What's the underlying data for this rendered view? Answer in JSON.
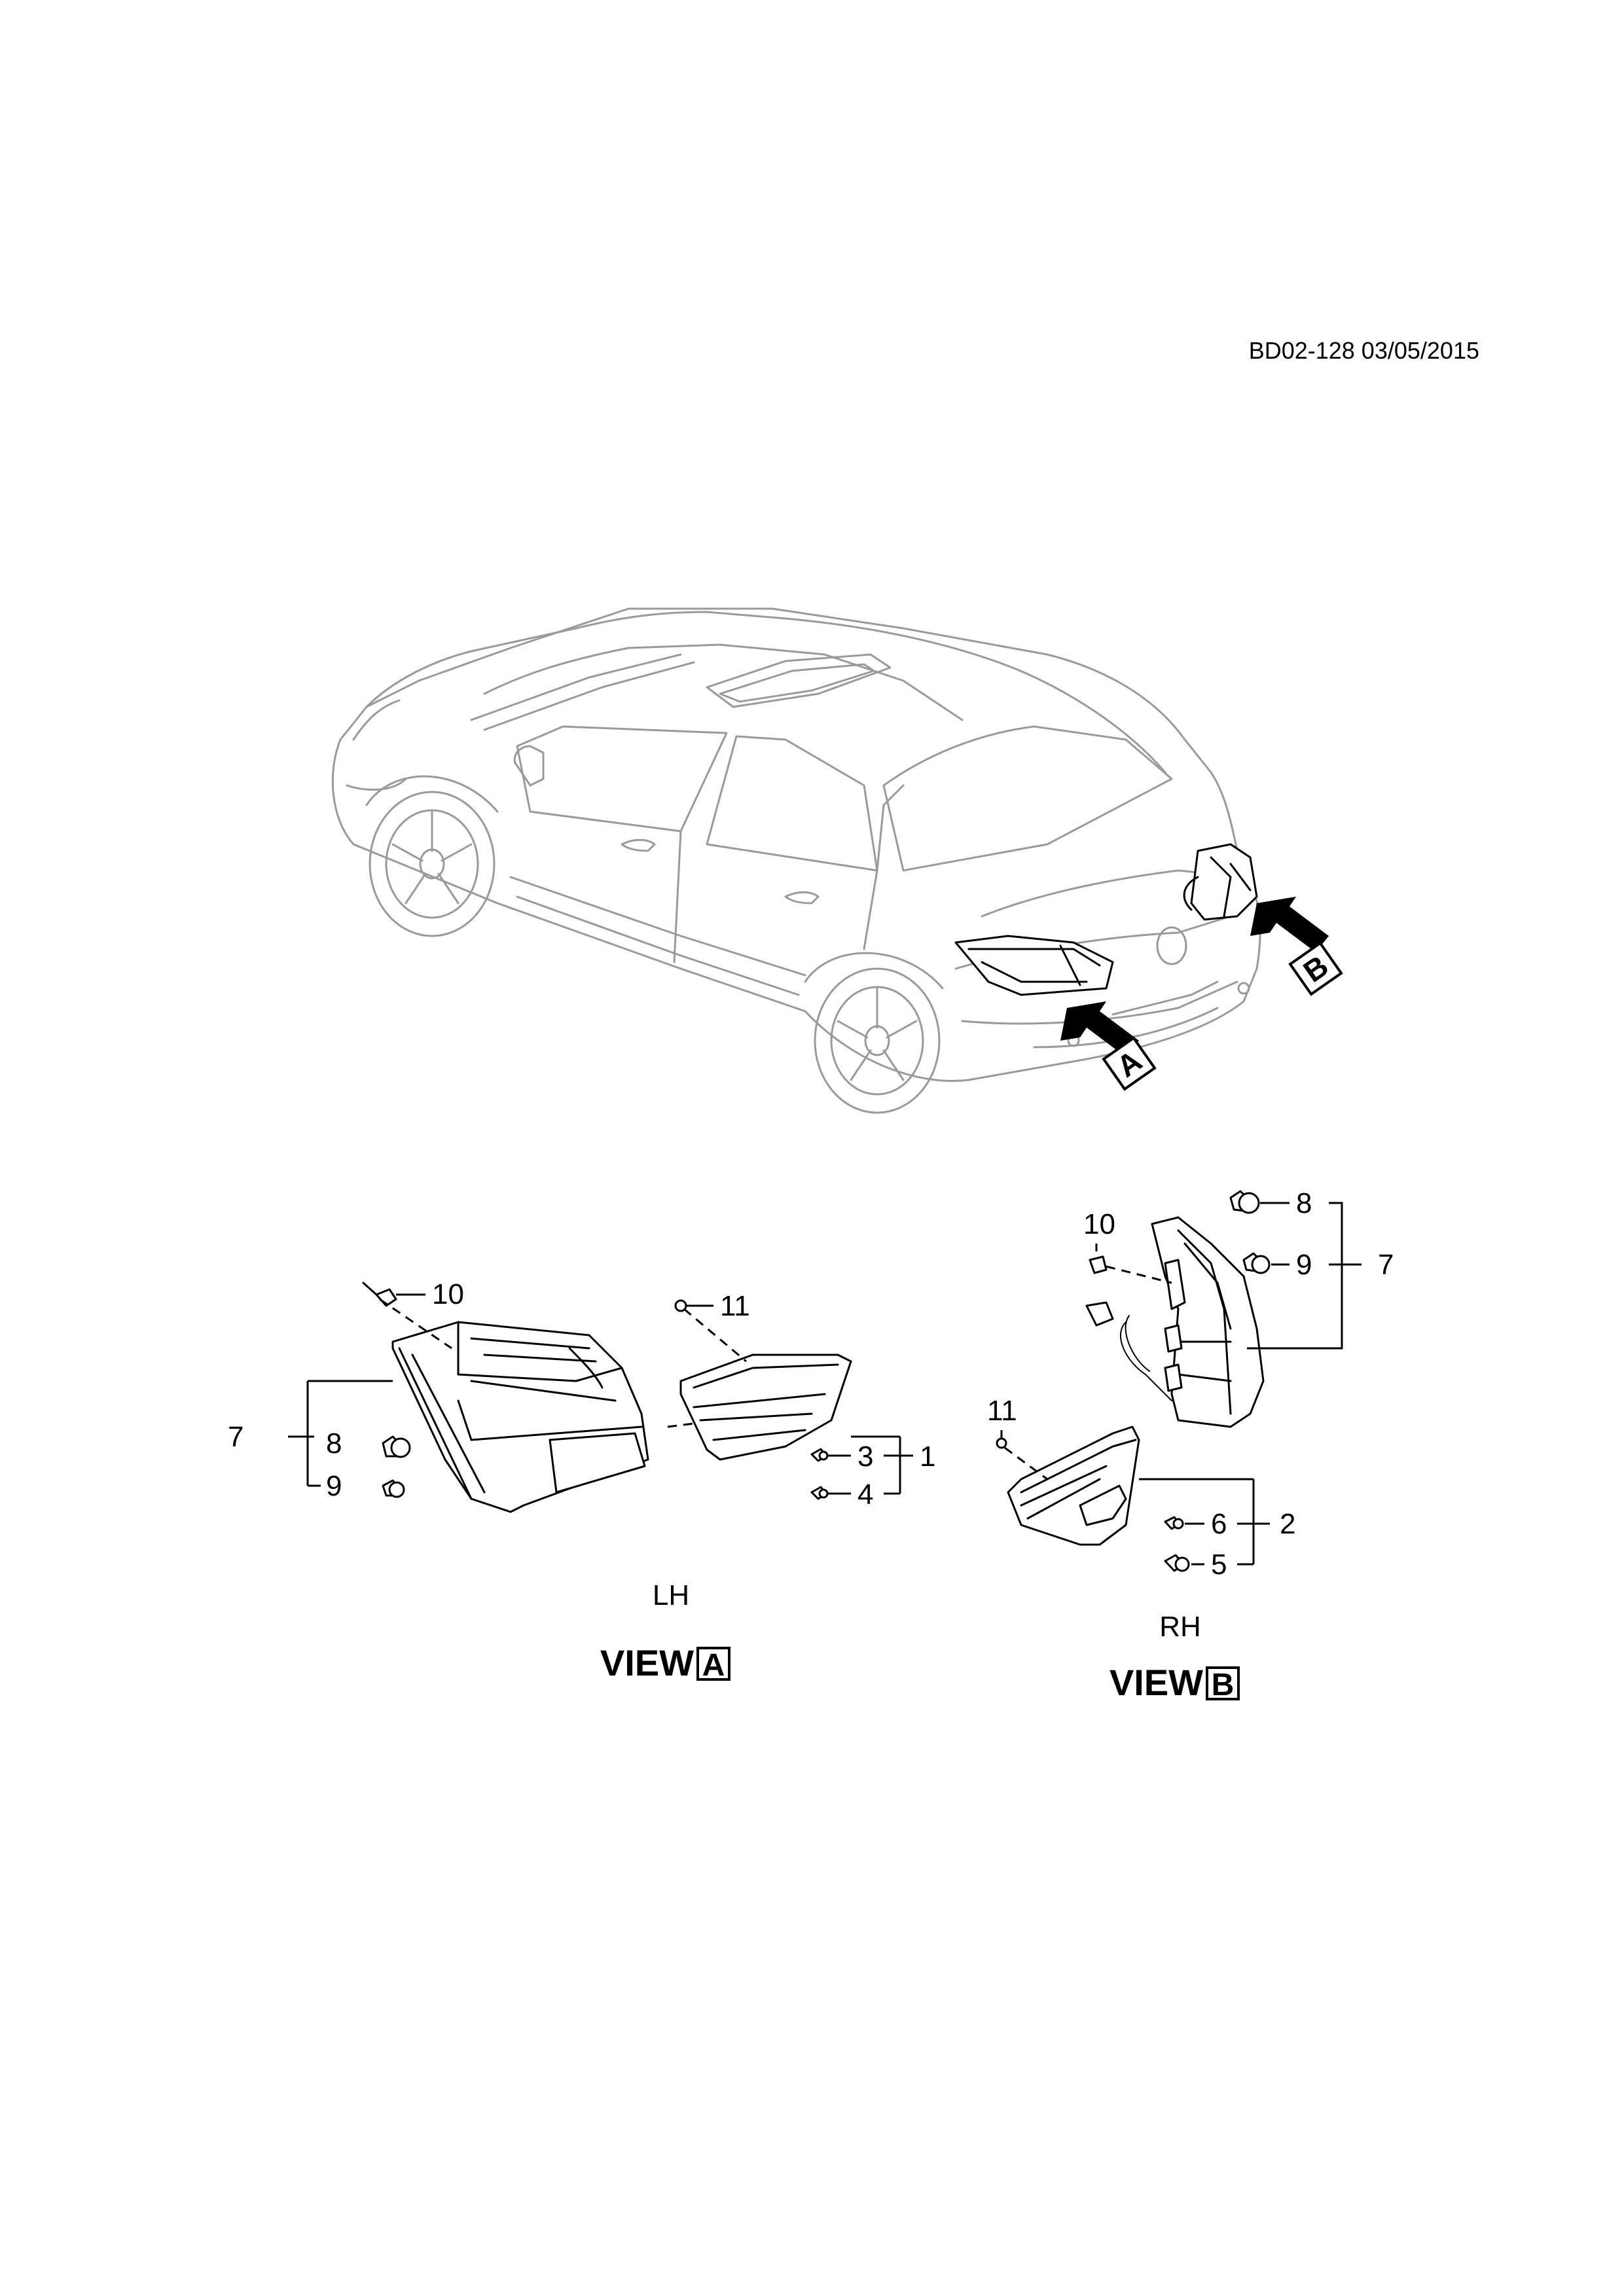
{
  "document": {
    "reference": "BD02-128 03/05/2015"
  },
  "callouts": {
    "lh": {
      "c1": "1",
      "c3": "3",
      "c4": "4",
      "c7": "7",
      "c8": "8",
      "c9": "9",
      "c10": "10",
      "c11": "11"
    },
    "rh": {
      "c2": "2",
      "c5": "5",
      "c6": "6",
      "c7": "7",
      "c8": "8",
      "c9": "9",
      "c10": "10",
      "c11": "11"
    }
  },
  "views": {
    "a": {
      "side": "LH",
      "title": "VIEW",
      "letter": "A"
    },
    "b": {
      "side": "RH",
      "title": "VIEW",
      "letter": "B"
    }
  },
  "colors": {
    "vehicle_outline": "#9a9a9a",
    "parts_outline": "#000000",
    "background": "#ffffff"
  }
}
